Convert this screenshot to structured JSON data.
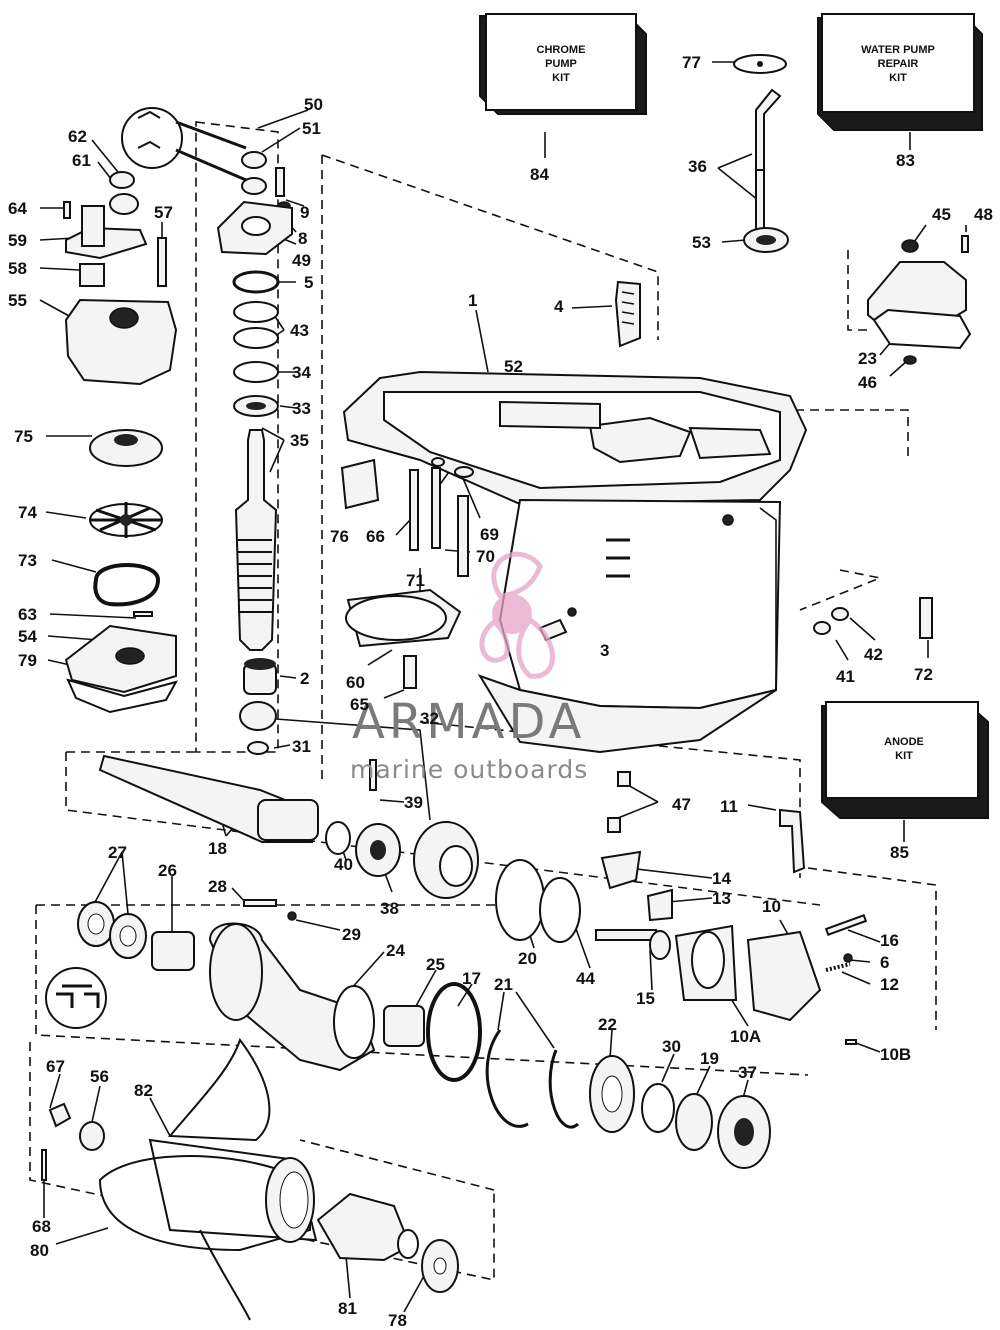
{
  "kits": {
    "chrome_pump": [
      "CHROME",
      "PUMP",
      "KIT"
    ],
    "water_pump_repair": [
      "WATER PUMP",
      "REPAIR",
      "KIT"
    ],
    "anode": [
      "ANODE",
      "KIT"
    ]
  },
  "watermark": {
    "brand": "ARMADA",
    "tagline": "marine outboards",
    "accent_color": "#e6a3c6",
    "text_color": "#7a7a7a"
  },
  "callouts": {
    "c1": "1",
    "c2": "2",
    "c3": "3",
    "c4": "4",
    "c5": "5",
    "c6": "6",
    "c8": "8",
    "c9": "9",
    "c10": "10",
    "c10a": "10A",
    "c10b": "10B",
    "c11": "11",
    "c12": "12",
    "c13": "13",
    "c14": "14",
    "c15": "15",
    "c16": "16",
    "c17": "17",
    "c18": "18",
    "c19": "19",
    "c20": "20",
    "c21": "21",
    "c22": "22",
    "c23": "23",
    "c24": "24",
    "c25": "25",
    "c26": "26",
    "c27": "27",
    "c28": "28",
    "c29": "29",
    "c30": "30",
    "c31": "31",
    "c32": "32",
    "c33": "33",
    "c34": "34",
    "c35": "35",
    "c36": "36",
    "c37": "37",
    "c38": "38",
    "c39": "39",
    "c40": "40",
    "c41": "41",
    "c42": "42",
    "c43": "43",
    "c44": "44",
    "c45": "45",
    "c46": "46",
    "c47": "47",
    "c48": "48",
    "c49": "49",
    "c50": "50",
    "c51": "51",
    "c52": "52",
    "c53": "53",
    "c54": "54",
    "c55": "55",
    "c56": "56",
    "c57": "57",
    "c58": "58",
    "c59": "59",
    "c60": "60",
    "c61": "61",
    "c62": "62",
    "c63": "63",
    "c64": "64",
    "c65": "65",
    "c66": "66",
    "c67": "67",
    "c68": "68",
    "c69": "69",
    "c70": "70",
    "c71": "71",
    "c72": "72",
    "c73": "73",
    "c74": "74",
    "c75": "75",
    "c76": "76",
    "c77": "77",
    "c78": "78",
    "c79": "79",
    "c80": "80",
    "c81": "81",
    "c82": "82",
    "c83": "83",
    "c84": "84",
    "c85": "85"
  }
}
